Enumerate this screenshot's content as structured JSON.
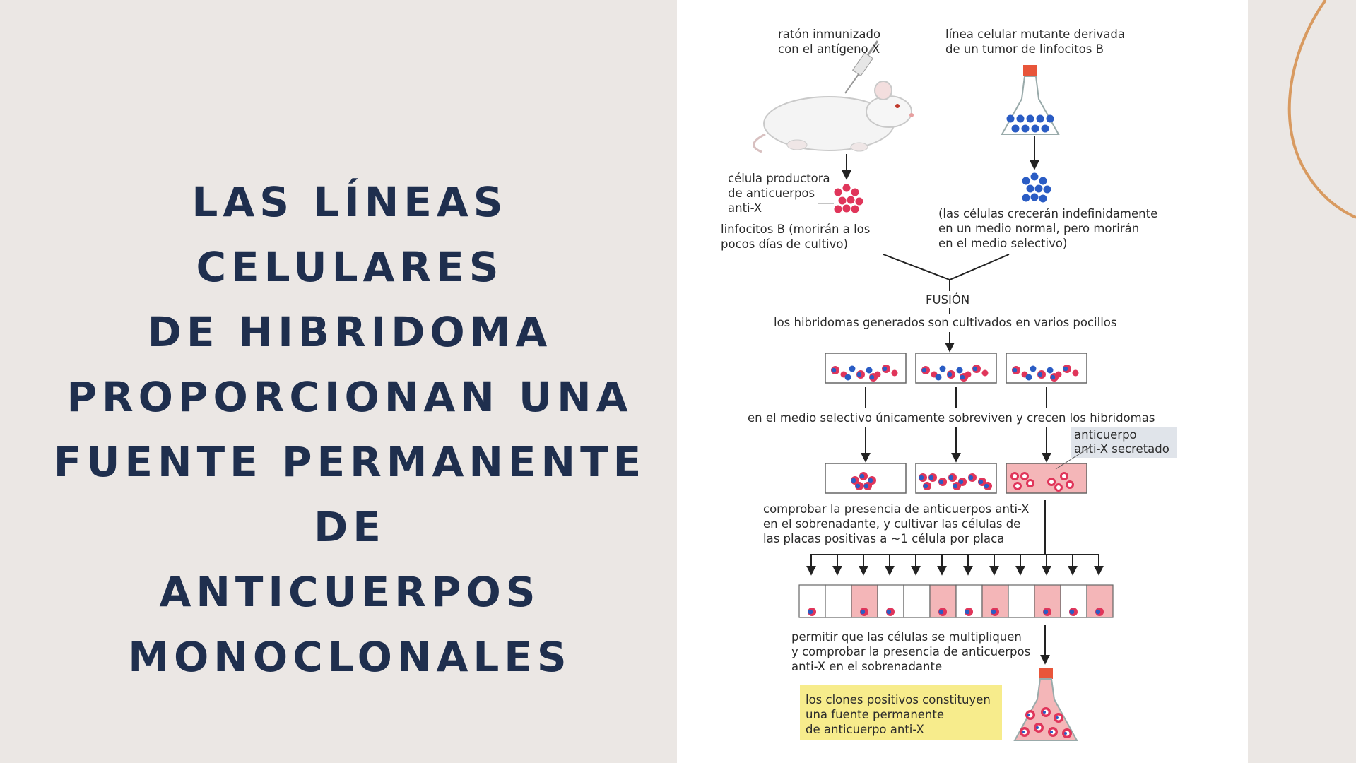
{
  "title": {
    "lines": [
      "LAS LÍNEAS CELULARES",
      "DE HIBRIDOMA",
      "PROPORCIONAN UNA",
      "FUENTE PERMANENTE DE",
      "ANTICUERPOS",
      "MONOCLONALES"
    ]
  },
  "diagram": {
    "mouse_label": [
      "ratón inmunizado",
      "con el antígeno X"
    ],
    "tumor_label": [
      "línea celular mutante derivada",
      "de un tumor de linfocitos B"
    ],
    "producer_label": [
      "célula productora",
      "de anticuerpos",
      "anti-X"
    ],
    "lymph_label": [
      "linfocitos B (morirán a los",
      "pocos días de cultivo)"
    ],
    "tumor_cells_label": [
      "(las células crecerán indefinidamente",
      "en un medio normal, pero morirán",
      "en el medio selectivo)"
    ],
    "fusion_label": "FUSIÓN",
    "hybridoma_label": "los hibridomas generados son cultivados en varios pocillos",
    "selective_label": "en el medio selectivo únicamente sobreviven y crecen los hibridomas",
    "antibody_label": [
      "anticuerpo",
      "anti-X secretado"
    ],
    "check_label": [
      "comprobar la presencia de anticuerpos anti-X",
      "en el sobrenadante, y cultivar las células de",
      "las placas positivas a ~1 célula por placa"
    ],
    "multiply_label": [
      "permitir que las células se multipliquen",
      "y comprobar la presencia de anticuerpos",
      "anti-X en el sobrenadante"
    ],
    "clones_label": [
      "los clones positivos constituyen",
      "una fuente permanente",
      "de anticuerpo anti-X"
    ]
  },
  "colors": {
    "title": "#1f2f4e",
    "background": "#ebe7e4",
    "cell_red": "#e0355a",
    "cell_blue": "#2a5cc4",
    "positive_well": "#f4b6b8",
    "highlight_box": "#f7ec8c",
    "deco_curve": "#d89a60"
  }
}
